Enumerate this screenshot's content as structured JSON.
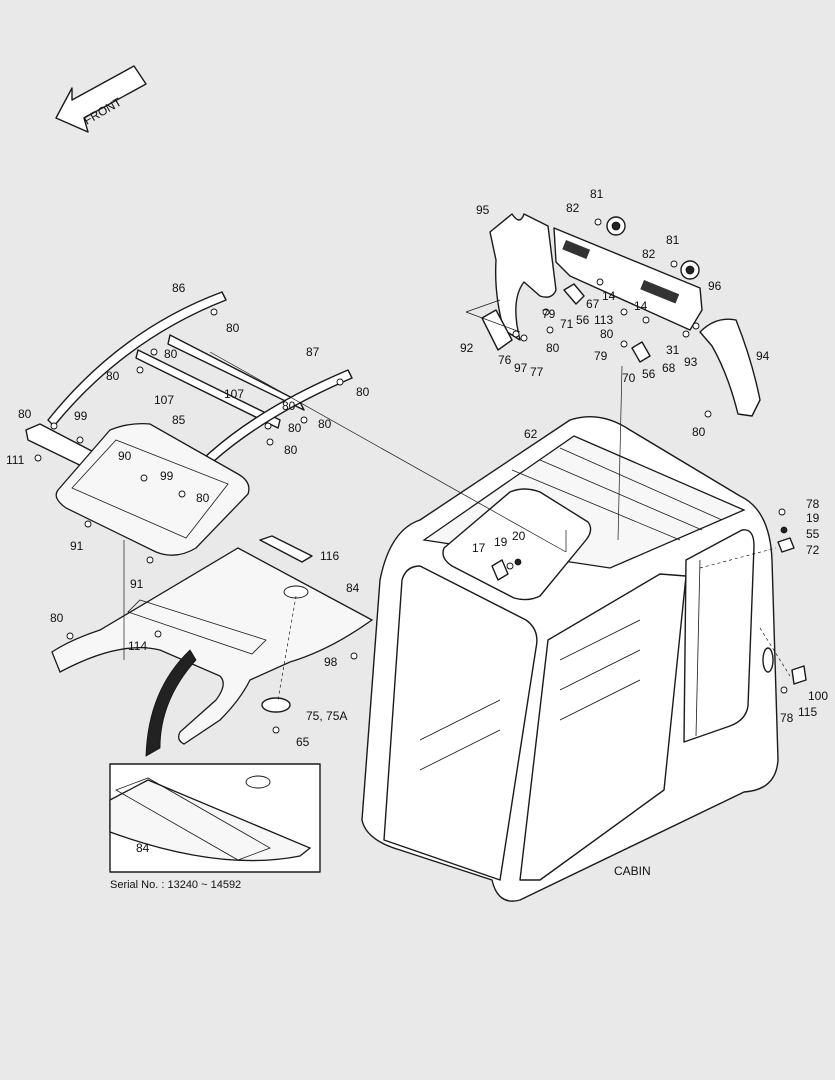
{
  "diagram": {
    "direction_label": "FRONT",
    "assembly_label": "CABIN",
    "inset_note": "Serial No. : 13240 ~ 14592",
    "inset_part": "84",
    "part_labels": [
      "86",
      "80",
      "80",
      "80",
      "107",
      "107",
      "87",
      "80",
      "80",
      "99",
      "85",
      "80",
      "111",
      "90",
      "99",
      "80",
      "80",
      "91",
      "91",
      "116",
      "84",
      "80",
      "114",
      "98",
      "75, 75A",
      "65",
      "95",
      "81",
      "82",
      "81",
      "82",
      "96",
      "14",
      "79",
      "71",
      "67",
      "56",
      "113",
      "80",
      "14",
      "92",
      "76",
      "97",
      "77",
      "80",
      "79",
      "31",
      "70",
      "56",
      "68",
      "93",
      "94",
      "80",
      "62",
      "17",
      "19",
      "20",
      "78",
      "19",
      "55",
      "72",
      "100",
      "115",
      "78",
      "80",
      "80"
    ]
  }
}
